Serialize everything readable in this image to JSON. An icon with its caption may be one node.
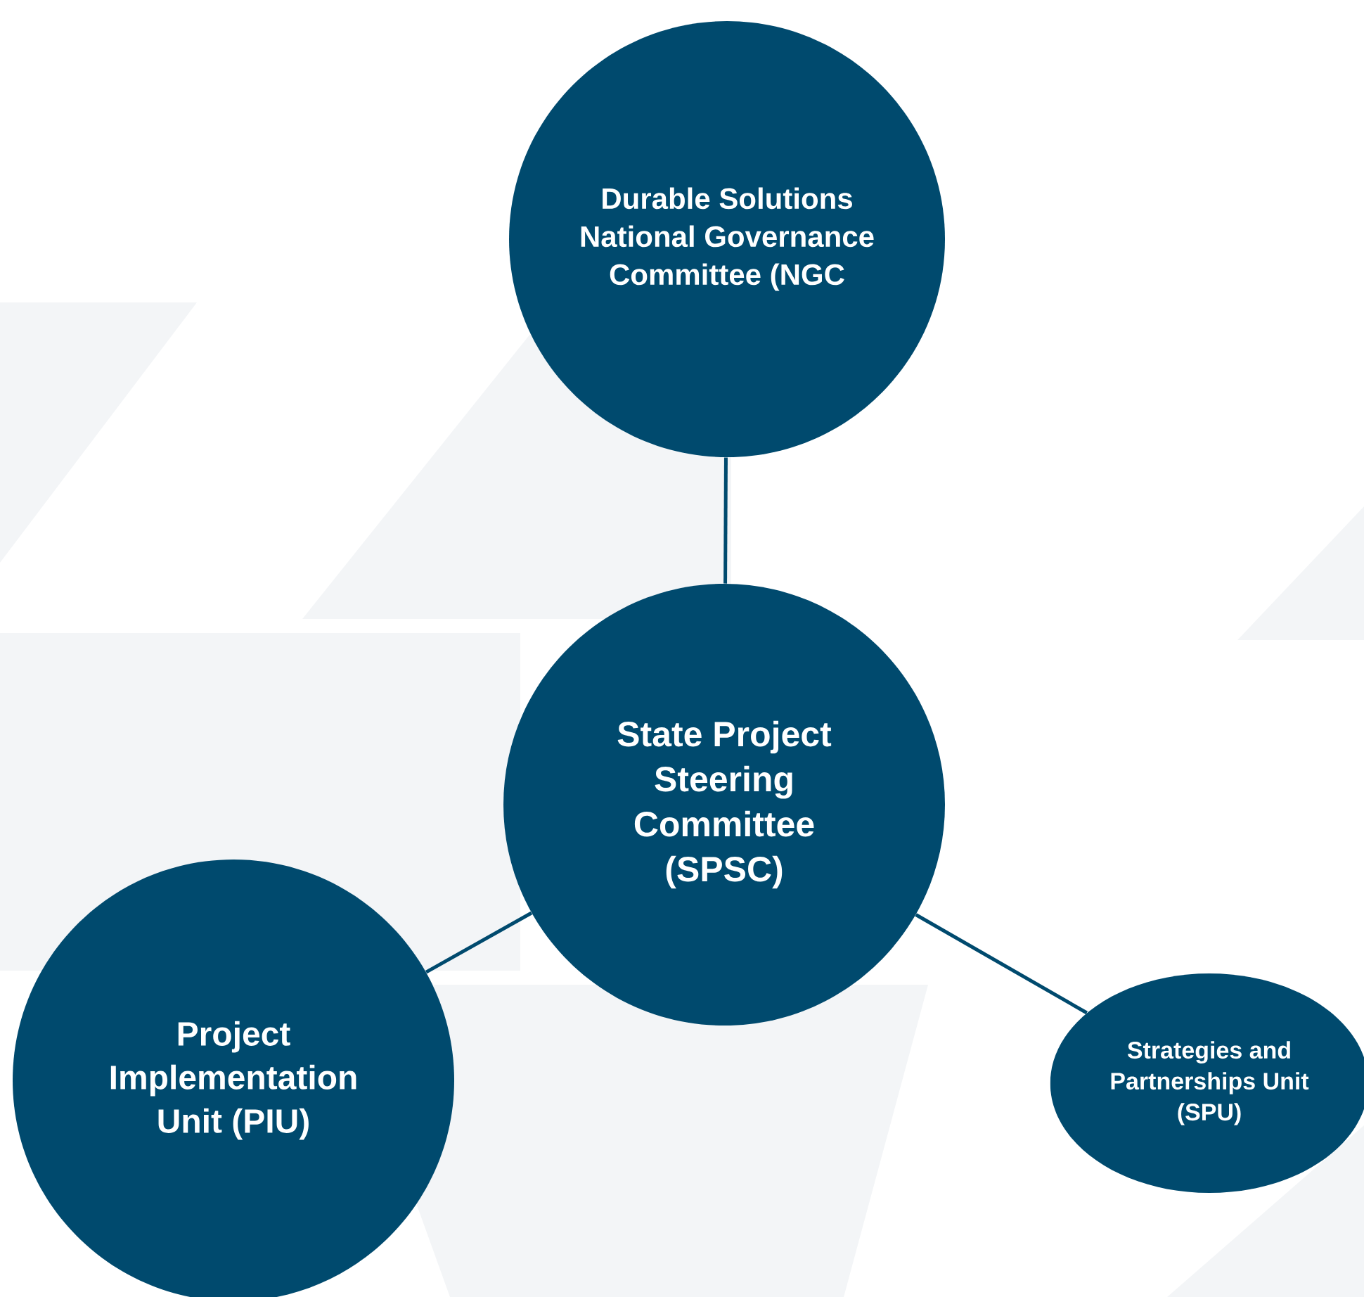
{
  "diagram": {
    "nodes": [
      {
        "text": [
          "Durable Solutions National Governance Committee (NGC"
        ]
      },
      {
        "text": [
          "State Project Steering Committee (SPSC)"
        ]
      },
      {
        "text": [
          "Project Implementation Unit (PIU)"
        ]
      },
      {
        "text": [
          "Strategies and Partnerships Unit (SPU)"
        ]
      }
    ],
    "edges": [
      {
        "from": 0,
        "to": 1,
        "arrow": "none"
      },
      {
        "from": 1,
        "to": 2,
        "arrow": "none"
      },
      {
        "from": 1,
        "to": 3,
        "arrow": "none"
      }
    ]
  }
}
